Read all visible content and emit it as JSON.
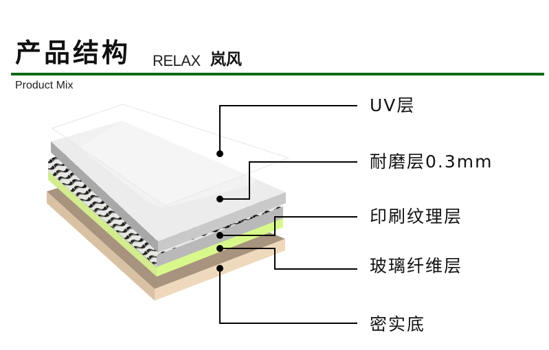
{
  "header": {
    "title_cn": "产品结构",
    "title_en": "RELAX",
    "brand": "岚风",
    "subtitle": "Product Mix",
    "rule_color": "#0b6b13"
  },
  "layers": [
    {
      "id": "uv",
      "label": "UV层"
    },
    {
      "id": "wear",
      "label": "耐磨层0.3mm"
    },
    {
      "id": "print",
      "label": "印刷纹理层"
    },
    {
      "id": "fiberglass",
      "label": "玻璃纤维层"
    },
    {
      "id": "base",
      "label": "密实底"
    }
  ],
  "colors": {
    "wear_top": "#ececec",
    "wear_side": "#c9c9c9",
    "print_side": "#b8b8b8",
    "fiberglass": "#d6f58a",
    "base_top": "#a8937e",
    "base_side": "#efd9bd",
    "leader": "#000000"
  }
}
